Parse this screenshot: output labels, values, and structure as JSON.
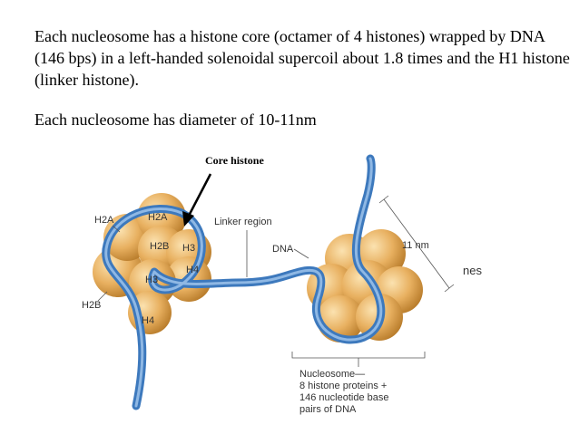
{
  "text": {
    "para1": "Each nucleosome has a histone core (octamer of 4 histones) wrapped by DNA (146 bps) in a left-handed solenoidal supercoil about 1.8 times and the H1 histone (linker histone).",
    "para2": "Each nucleosome has diameter of 10-11nm"
  },
  "diagram": {
    "core_histone_label": "Core histone",
    "linker_region_label": "Linker region",
    "dna_label": "DNA",
    "size_label": "11 nm",
    "partial_label": "nes",
    "histone_labels": {
      "h2a_left": "H2A",
      "h2a_inner": "H2A",
      "h2b_inner": "H2B",
      "h3_right": "H3",
      "h4_right": "H4",
      "h3_lower": "H3",
      "h2b_left": "H2B",
      "h4_bottom": "H4"
    },
    "caption": [
      "Nucleosome—",
      "8 histone proteins +",
      "146 nucleotide base",
      "pairs of DNA"
    ],
    "colors": {
      "dna": "#4a86c8",
      "dna_light": "#8fb8e4",
      "histone": "#e8b060",
      "histone_shadow": "#c98a35"
    }
  }
}
